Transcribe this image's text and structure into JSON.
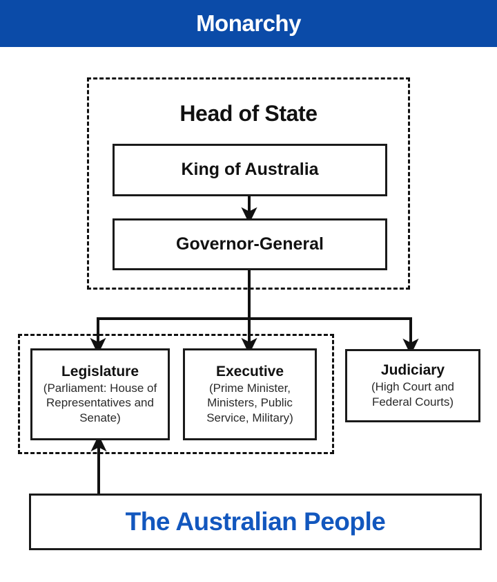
{
  "header": {
    "title": "Monarchy",
    "background_color": "#0b4ba8",
    "text_color": "#ffffff"
  },
  "diagram": {
    "type": "hierarchy-flowchart",
    "subject": "Australian system of government",
    "groups": [
      {
        "id": "head-of-state",
        "label": "Head of State",
        "style": "dashed",
        "members": [
          "king-of-australia",
          "governor-general"
        ]
      },
      {
        "id": "branches-of-government",
        "label": "",
        "style": "dashed",
        "members": [
          "legislature",
          "executive"
        ]
      }
    ],
    "nodes": [
      {
        "id": "king-of-australia",
        "title": "King of Australia",
        "subtitle": ""
      },
      {
        "id": "governor-general",
        "title": "Governor-General",
        "subtitle": ""
      },
      {
        "id": "legislature",
        "title": "Legislature",
        "subtitle": "(Parliament: House of Representatives and Senate)"
      },
      {
        "id": "executive",
        "title": "Executive",
        "subtitle": "(Prime Minister, Ministers, Public Service, Military)"
      },
      {
        "id": "judiciary",
        "title": "Judiciary",
        "subtitle": "(High Court and Federal Courts)"
      },
      {
        "id": "the-australian-people",
        "title": "The Australian People",
        "subtitle": "",
        "text_color": "#1257be"
      }
    ],
    "connections": [
      {
        "from": "king-of-australia",
        "to": "governor-general",
        "direction": "down"
      },
      {
        "from": "governor-general",
        "to": "legislature",
        "direction": "down"
      },
      {
        "from": "governor-general",
        "to": "executive",
        "direction": "down"
      },
      {
        "from": "governor-general",
        "to": "judiciary",
        "direction": "down"
      },
      {
        "from": "the-australian-people",
        "to": "legislature",
        "direction": "up"
      }
    ],
    "colors": {
      "line": "#111111",
      "box_border": "#1a1a1a",
      "accent_blue": "#1257be",
      "banner_blue": "#0b4ba8",
      "background": "#ffffff"
    }
  }
}
